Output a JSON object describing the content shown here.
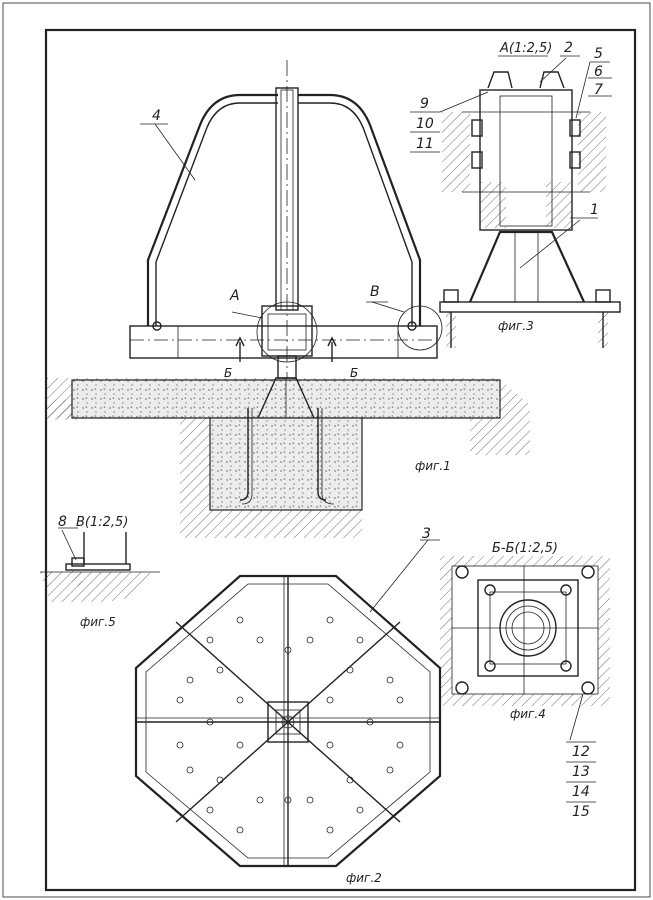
{
  "figures": {
    "fig1": "фиг.1",
    "fig2": "фиг.2",
    "fig3": "фиг.3",
    "fig4": "фиг.4",
    "fig5": "фиг.5"
  },
  "views": {
    "a_detail": "A(1:2,5)",
    "b_section": "Б-Б(1:2,5)",
    "v_detail": "B(1:2,5)"
  },
  "markers": {
    "a": "A",
    "v": "B",
    "b_left": "Б",
    "b_right": "Б"
  },
  "callouts": {
    "c1": "1",
    "c2": "2",
    "c3": "3",
    "c4": "4",
    "c5": "5",
    "c6": "6",
    "c7": "7",
    "c8": "8",
    "c9": "9",
    "c10": "10",
    "c11": "11",
    "c12": "12",
    "c13": "13",
    "c14": "14",
    "c15": "15"
  },
  "colors": {
    "line": "#222222",
    "paper": "#ffffff",
    "concrete": "#ececec"
  }
}
